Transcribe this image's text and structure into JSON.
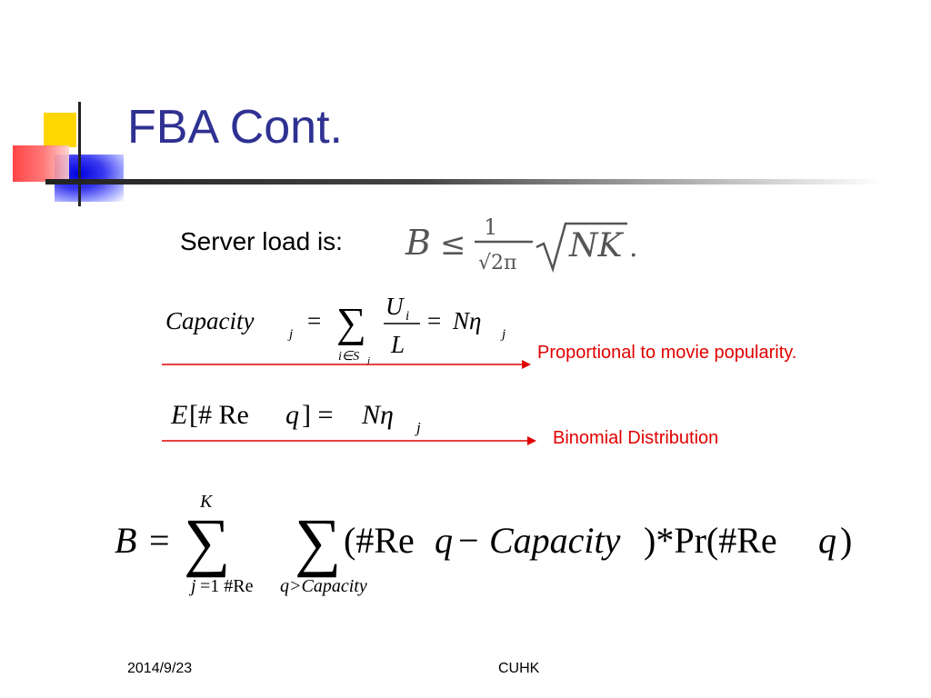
{
  "slide": {
    "title": "FBA Cont.",
    "server_load_label": "Server load is:",
    "note_popularity": "Proportional to movie popularity.",
    "note_binomial": "Binomial Distribution",
    "footer_date": "2014/9/23",
    "footer_center": "CUHK"
  },
  "colors": {
    "title": "#2f3192",
    "note": "#e00000",
    "arrow": "#e00000"
  }
}
